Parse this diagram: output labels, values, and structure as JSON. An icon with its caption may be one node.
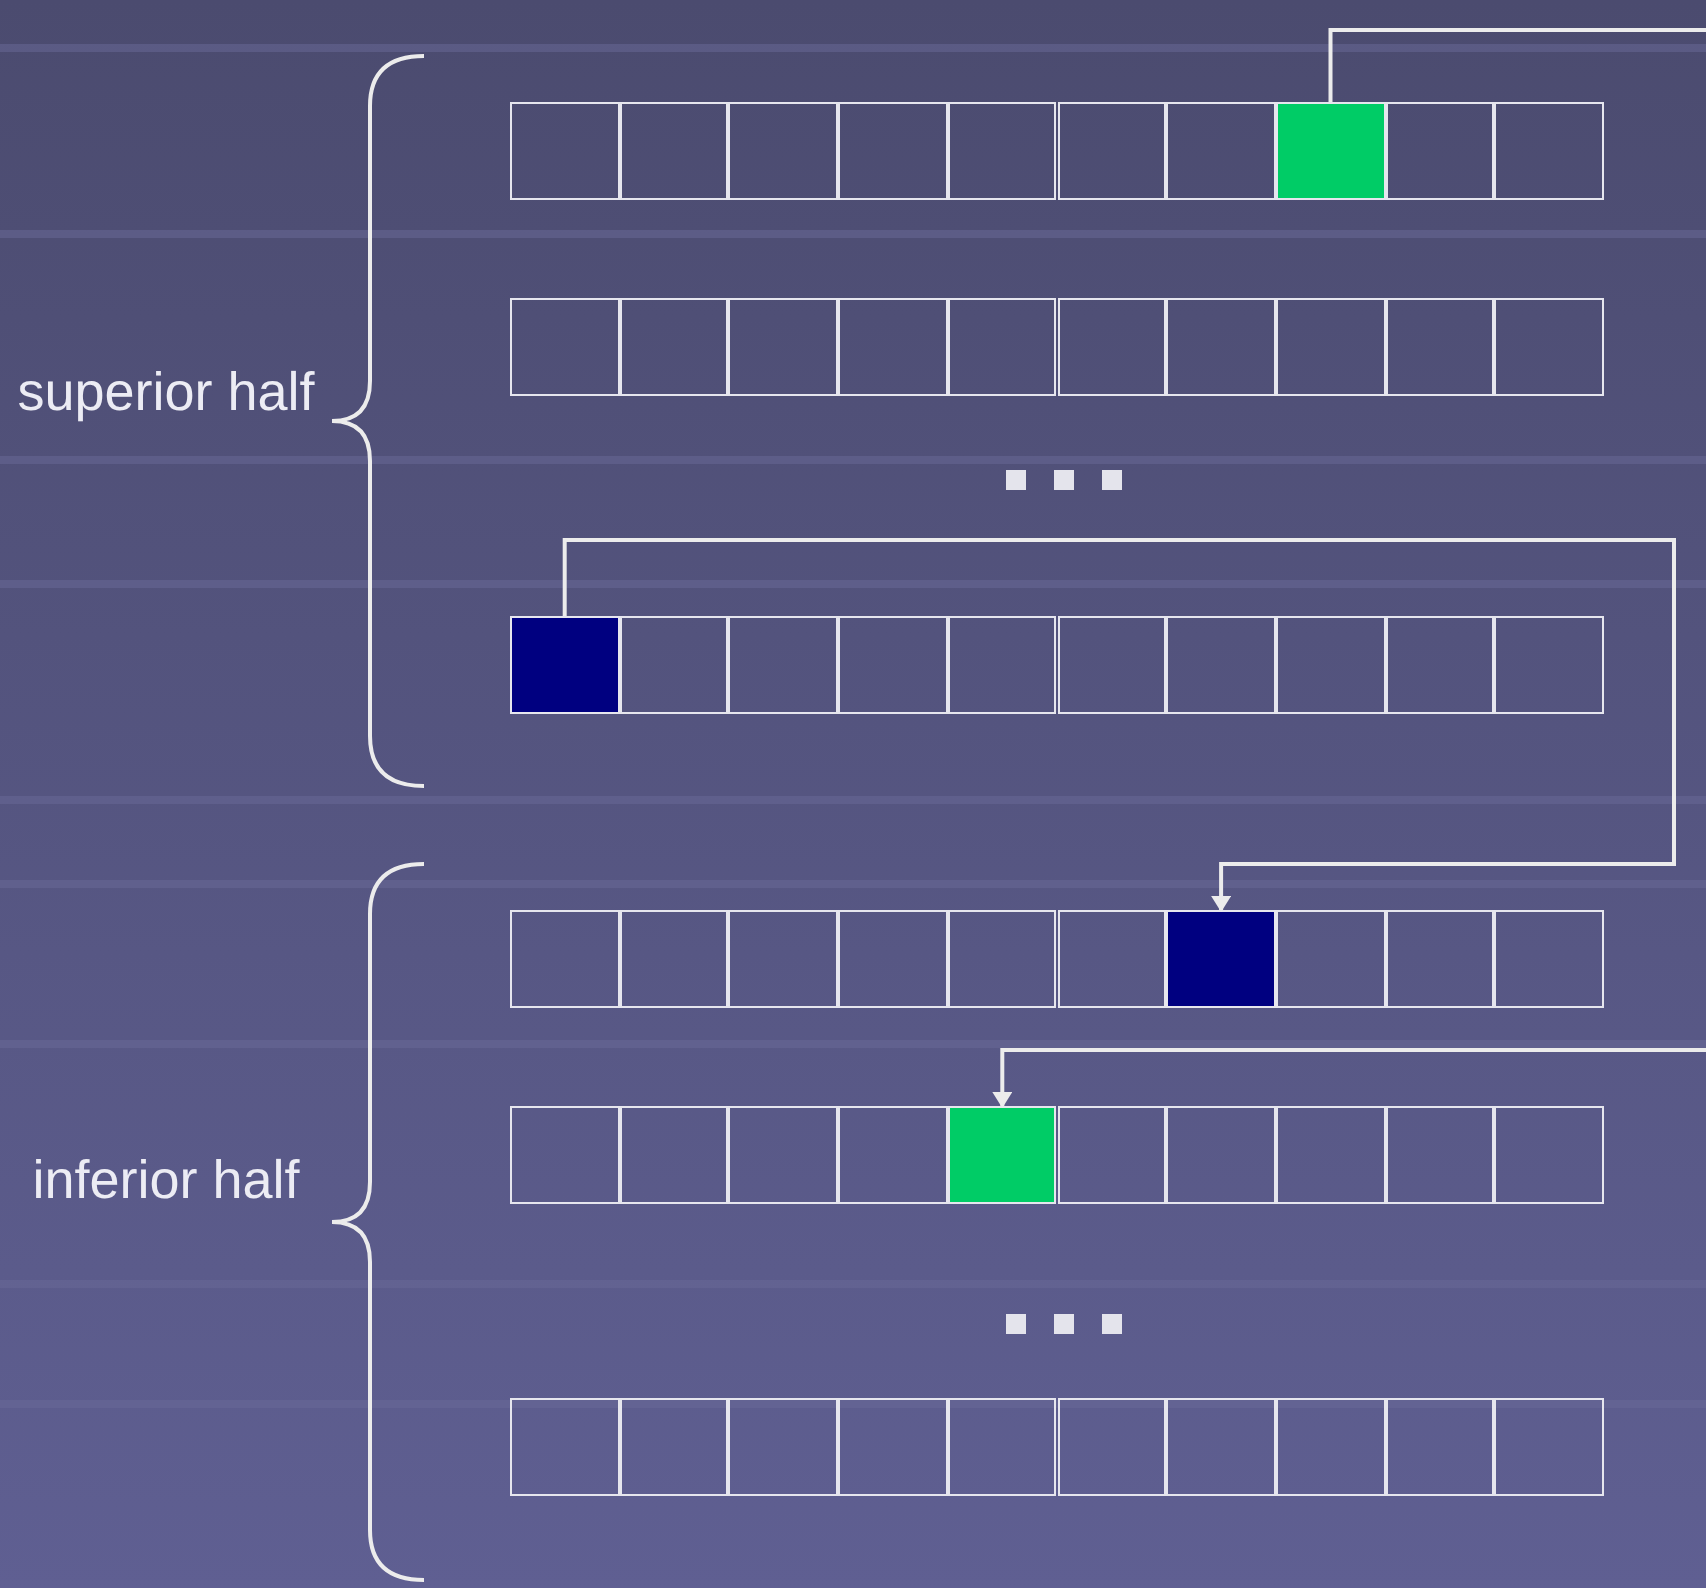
{
  "diagram": {
    "nodes": [
      {
        "text": [],
        "shape": "box"
      },
      {
        "text": [],
        "shape": "box"
      },
      {
        "text": [],
        "shape": "box"
      },
      {
        "text": [],
        "shape": "box"
      },
      {
        "text": [],
        "shape": "box"
      },
      {
        "text": [],
        "shape": "box"
      },
      {
        "text": [],
        "shape": "box"
      },
      {
        "text": [],
        "shape": "box"
      },
      {
        "text": [],
        "shape": "box"
      },
      {
        "text": [],
        "shape": "box"
      },
      {
        "text": [],
        "shape": "box"
      },
      {
        "text": [],
        "shape": "box"
      },
      {
        "text": [],
        "shape": "box"
      },
      {
        "text": [],
        "shape": "box"
      },
      {
        "text": [],
        "shape": "box"
      },
      {
        "text": [],
        "shape": "box"
      },
      {
        "text": [],
        "shape": "box"
      },
      {
        "text": [],
        "shape": "box"
      },
      {
        "text": [],
        "shape": "box"
      },
      {
        "text": [],
        "shape": "box"
      },
      {
        "text": [],
        "shape": "box"
      },
      {
        "text": [],
        "shape": "box"
      },
      {
        "text": [],
        "shape": "box"
      },
      {
        "text": [],
        "shape": "box"
      },
      {
        "text": [],
        "shape": "box"
      },
      {
        "text": [],
        "shape": "box"
      },
      {
        "text": [],
        "shape": "box"
      },
      {
        "text": [],
        "shape": "box"
      },
      {
        "text": [],
        "shape": "box"
      },
      {
        "text": [],
        "shape": "box"
      },
      {
        "text": [],
        "shape": "box"
      },
      {
        "text": [],
        "shape": "box"
      },
      {
        "text": [],
        "shape": "box"
      },
      {
        "text": [],
        "shape": "box"
      },
      {
        "text": [],
        "shape": "box"
      },
      {
        "text": [],
        "shape": "box"
      },
      {
        "text": [],
        "shape": "box"
      },
      {
        "text": [],
        "shape": "box"
      },
      {
        "text": [],
        "shape": "box"
      },
      {
        "text": [],
        "shape": "box"
      },
      {
        "text": [],
        "shape": "box"
      },
      {
        "text": [],
        "shape": "box"
      },
      {
        "text": [],
        "shape": "box"
      },
      {
        "text": [],
        "shape": "box"
      },
      {
        "text": [],
        "shape": "box"
      },
      {
        "text": [],
        "shape": "box"
      },
      {
        "text": [],
        "shape": "box"
      },
      {
        "text": [],
        "shape": "box"
      },
      {
        "text": [],
        "shape": "box"
      },
      {
        "text": [],
        "shape": "box"
      },
      {
        "text": [],
        "shape": "box"
      },
      {
        "text": [],
        "shape": "box"
      },
      {
        "text": [],
        "shape": "box"
      },
      {
        "text": [],
        "shape": "box"
      },
      {
        "text": [],
        "shape": "box"
      },
      {
        "text": [],
        "shape": "box"
      },
      {
        "text": [],
        "shape": "box"
      },
      {
        "text": [],
        "shape": "box"
      },
      {
        "text": [],
        "shape": "box"
      },
      {
        "text": [],
        "shape": "box"
      }
    ],
    "edges": [
      {
        "from": 7,
        "to": null,
        "arrow": "none"
      },
      {
        "from": 20,
        "to": 36,
        "arrow": "to"
      },
      {
        "from": null,
        "to": 44,
        "arrow": "to"
      }
    ],
    "labels": [
      "superior half",
      "inferior half"
    ]
  }
}
